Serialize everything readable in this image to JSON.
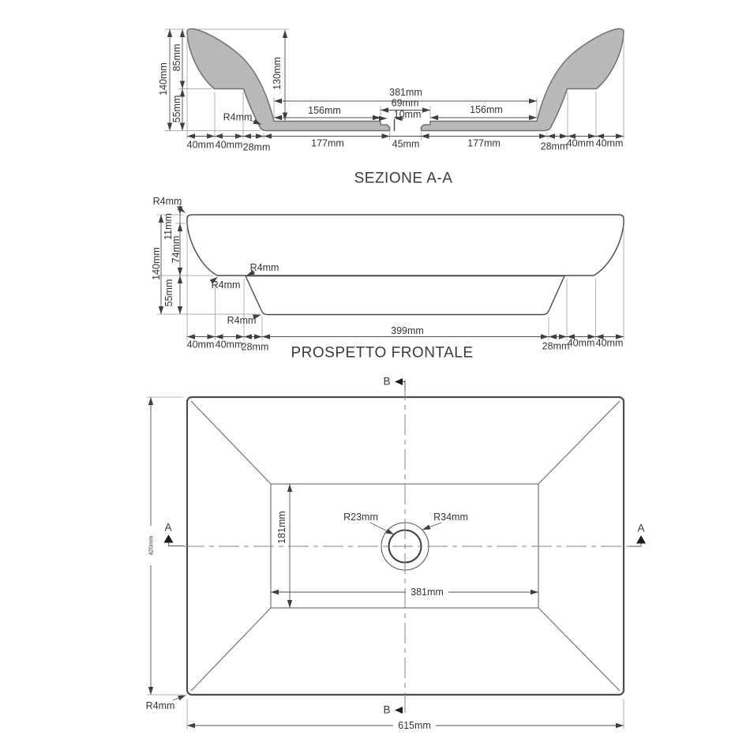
{
  "drawing": {
    "colors": {
      "fill_gray": "#b9b9b9",
      "line": "#4a4a4a",
      "dim": "#4f4f4f",
      "background": "#ffffff"
    },
    "section": {
      "title": "SEZIONE A-A",
      "height_total": "140mm",
      "height_rim": "85mm",
      "height_base": "55mm",
      "depth_inner": "130mm",
      "width_floor_top": "381mm",
      "width_recess": "69mm",
      "width_lip": "10mm",
      "width_drain": "45mm",
      "floor_left": "156mm",
      "floor_right": "156mm",
      "slab_left": "177mm",
      "slab_right": "177mm",
      "fillet_radius": "R4mm",
      "bottom_left": [
        "40mm",
        "40mm",
        "28mm"
      ],
      "bottom_right": [
        "28mm",
        "40mm",
        "40mm"
      ]
    },
    "front": {
      "title": "PROSPETTO FRONTALE",
      "height_total": "140mm",
      "height_edge": "11mm",
      "height_rim": "74mm",
      "height_base": "55mm",
      "width_base": "399mm",
      "radius_top": "R4mm",
      "radius_ledge": "R4mm",
      "radius_pedestal_top": "R4mm",
      "radius_pedestal_bottom": "R4mm",
      "bottom_left": [
        "40mm",
        "40mm",
        "28mm"
      ],
      "bottom_right": [
        "28mm",
        "40mm",
        "40mm"
      ]
    },
    "plan": {
      "width_overall": "615mm",
      "depth_overall": "420mm",
      "width_floor": "381mm",
      "depth_floor": "181mm",
      "radius_drain_inner": "R23mm",
      "radius_drain_outer": "R34mm",
      "radius_corner": "R4mm",
      "marker_a_left": "A",
      "marker_a_right": "A",
      "marker_b_top": "B",
      "marker_b_bottom": "B"
    }
  }
}
